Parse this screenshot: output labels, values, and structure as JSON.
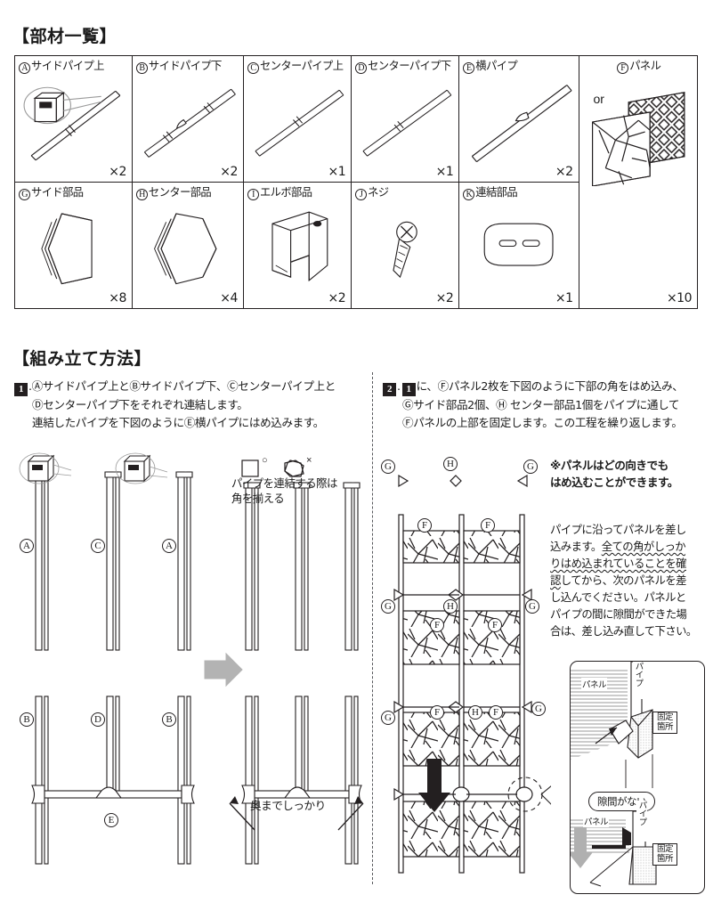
{
  "sections": {
    "parts_title": "【部材一覧】",
    "assembly_title": "【組み立て方法】"
  },
  "parts": [
    {
      "id": "A",
      "label": "サイドパイプ上",
      "qty": "×2",
      "icon": "pipe-side-upper"
    },
    {
      "id": "B",
      "label": "サイドパイプ下",
      "qty": "×2",
      "icon": "pipe-side-lower"
    },
    {
      "id": "C",
      "label": "センターパイプ上",
      "qty": "×1",
      "icon": "pipe-center-upper"
    },
    {
      "id": "D",
      "label": "センターパイプ下",
      "qty": "×1",
      "icon": "pipe-center-lower"
    },
    {
      "id": "E",
      "label": "横パイプ",
      "qty": "×2",
      "icon": "pipe-horizontal"
    },
    {
      "id": "F",
      "label": "パネル",
      "qty": "×10",
      "icon": "panel",
      "or_text": "or"
    },
    {
      "id": "G",
      "label": "サイド部品",
      "qty": "×8",
      "icon": "side-part"
    },
    {
      "id": "H",
      "label": "センター部品",
      "qty": "×4",
      "icon": "center-part"
    },
    {
      "id": "I",
      "label": "エルボ部品",
      "qty": "×2",
      "icon": "elbow-part"
    },
    {
      "id": "J",
      "label": "ネジ",
      "qty": "×2",
      "icon": "screw"
    },
    {
      "id": "K",
      "label": "連結部品",
      "qty": "×1",
      "icon": "joint-plate"
    }
  ],
  "step1": {
    "number": "1",
    "dot": ".",
    "line1": "Ⓐサイドパイプ上とⒷサイドパイプ下、Ⓒセンターパイプ上と",
    "line2": "Ⓓセンターパイプ下をそれぞれ連結します。",
    "line3": "連結したパイプを下図のようにⒺ横パイプにはめ込みます。",
    "annotation_align": "パイプを連結する際は\n角を揃える",
    "annotation_align_l1": "パイプを連結する際は",
    "annotation_align_l2": "角を揃える",
    "annotation_bottom": "奥までしっかり",
    "mark_ok": "○",
    "mark_ng": "×",
    "labels": {
      "top_left": "A",
      "top_center": "C",
      "top_right": "A",
      "bottom_left": "B",
      "bottom_center": "D",
      "bottom_right": "B",
      "bottom_bar": "E"
    }
  },
  "step2": {
    "number": "2",
    "dot": ".",
    "ref_number": "1",
    "line1_a": "に、Ⓕパネル2枚を下図のように下部の角をはめ込み、",
    "line2": "Ⓖサイド部品2個、Ⓗ センター部品1個をパイプに通して",
    "line3": "Ⓕパネルの上部を固定します。この工程を繰り返します。",
    "labels": {
      "side": "G",
      "center": "H",
      "panel": "F"
    }
  },
  "notes": {
    "orientation_l1": "※パネルはどの向きでも",
    "orientation_l2": "はめ込むことができます。",
    "body_l1": "パイプに沿ってパネルを差し",
    "body_l2_plain": "込みます。",
    "body_l2_wavy": "全ての角がしっか",
    "body_l3_wavy": "りはめ込まれていることを確",
    "body_l4_wavy": "認",
    "body_l4_plain": "してから、次のパネルを差",
    "body_l5": "し込んでください。パネルと",
    "body_l6": "パイプの間に隙間ができた場",
    "body_l7": "合は、差し込み直して下さい。"
  },
  "detail": {
    "panel_top": "パネル",
    "pipe_top": "パイプ",
    "fix_top": "固定\n箇所",
    "fix_top_l1": "固定",
    "fix_top_l2": "箇所",
    "callout": "隙間がない",
    "panel_bottom": "パネル",
    "pipe_bottom": "パイプ",
    "fix_bottom_l1": "固定",
    "fix_bottom_l2": "箇所"
  },
  "colors": {
    "ink": "#231f20",
    "arrow_gray": "#a6a6a6",
    "arrow_black": "#231f20",
    "panel_fill": "#ffffff",
    "divider": "#55565a"
  }
}
